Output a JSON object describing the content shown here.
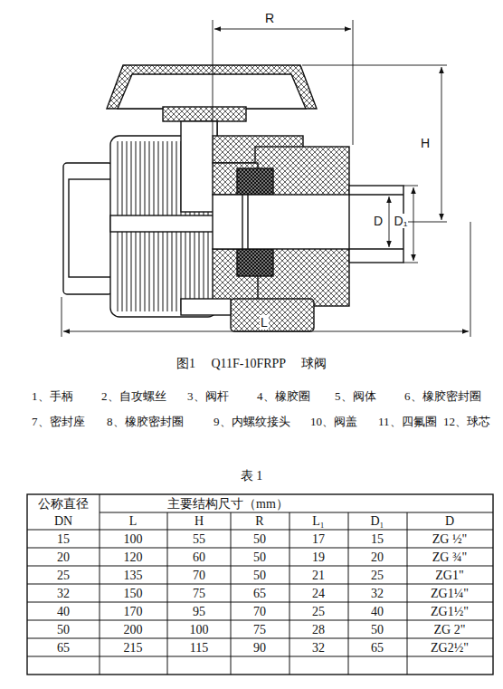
{
  "diagram": {
    "caption": "图1 Q11F-10FRPP 球阀",
    "labels": [
      "R",
      "H",
      "D",
      "D₁",
      "L",
      "1、手柄",
      "2、自攻螺丝",
      "3、阀杆",
      "4、橡胶圈",
      "5、阀体",
      "6、橡胶密封圈",
      "7、密封座",
      "8、橡胶密封圈",
      "9、内螺纹接头",
      "10、阀盖",
      "11、四氟圈",
      "12、球芯",
      "表 1",
      "公称直径",
      "主要结构尺寸（mm）",
      "DN",
      "L",
      "H",
      "R",
      "L₁",
      "D₁",
      "D",
      "15",
      "100",
      "55",
      "50",
      "17",
      "15",
      "ZG ½\"",
      "20",
      "120",
      "60",
      "50",
      "19",
      "20",
      "ZG ¾\"",
      "25",
      "135",
      "70",
      "50",
      "21",
      "25",
      "ZG1\"",
      "32",
      "150",
      "75",
      "65",
      "24",
      "32",
      "ZG1¼\"",
      "40",
      "170",
      "95",
      "70",
      "25",
      "40",
      "ZG1½\"",
      "50",
      "200",
      "100",
      "75",
      "28",
      "50",
      "ZG 2\"",
      "65",
      "215",
      "115",
      "90",
      "32",
      "65",
      "ZG2½\""
    ]
  }
}
